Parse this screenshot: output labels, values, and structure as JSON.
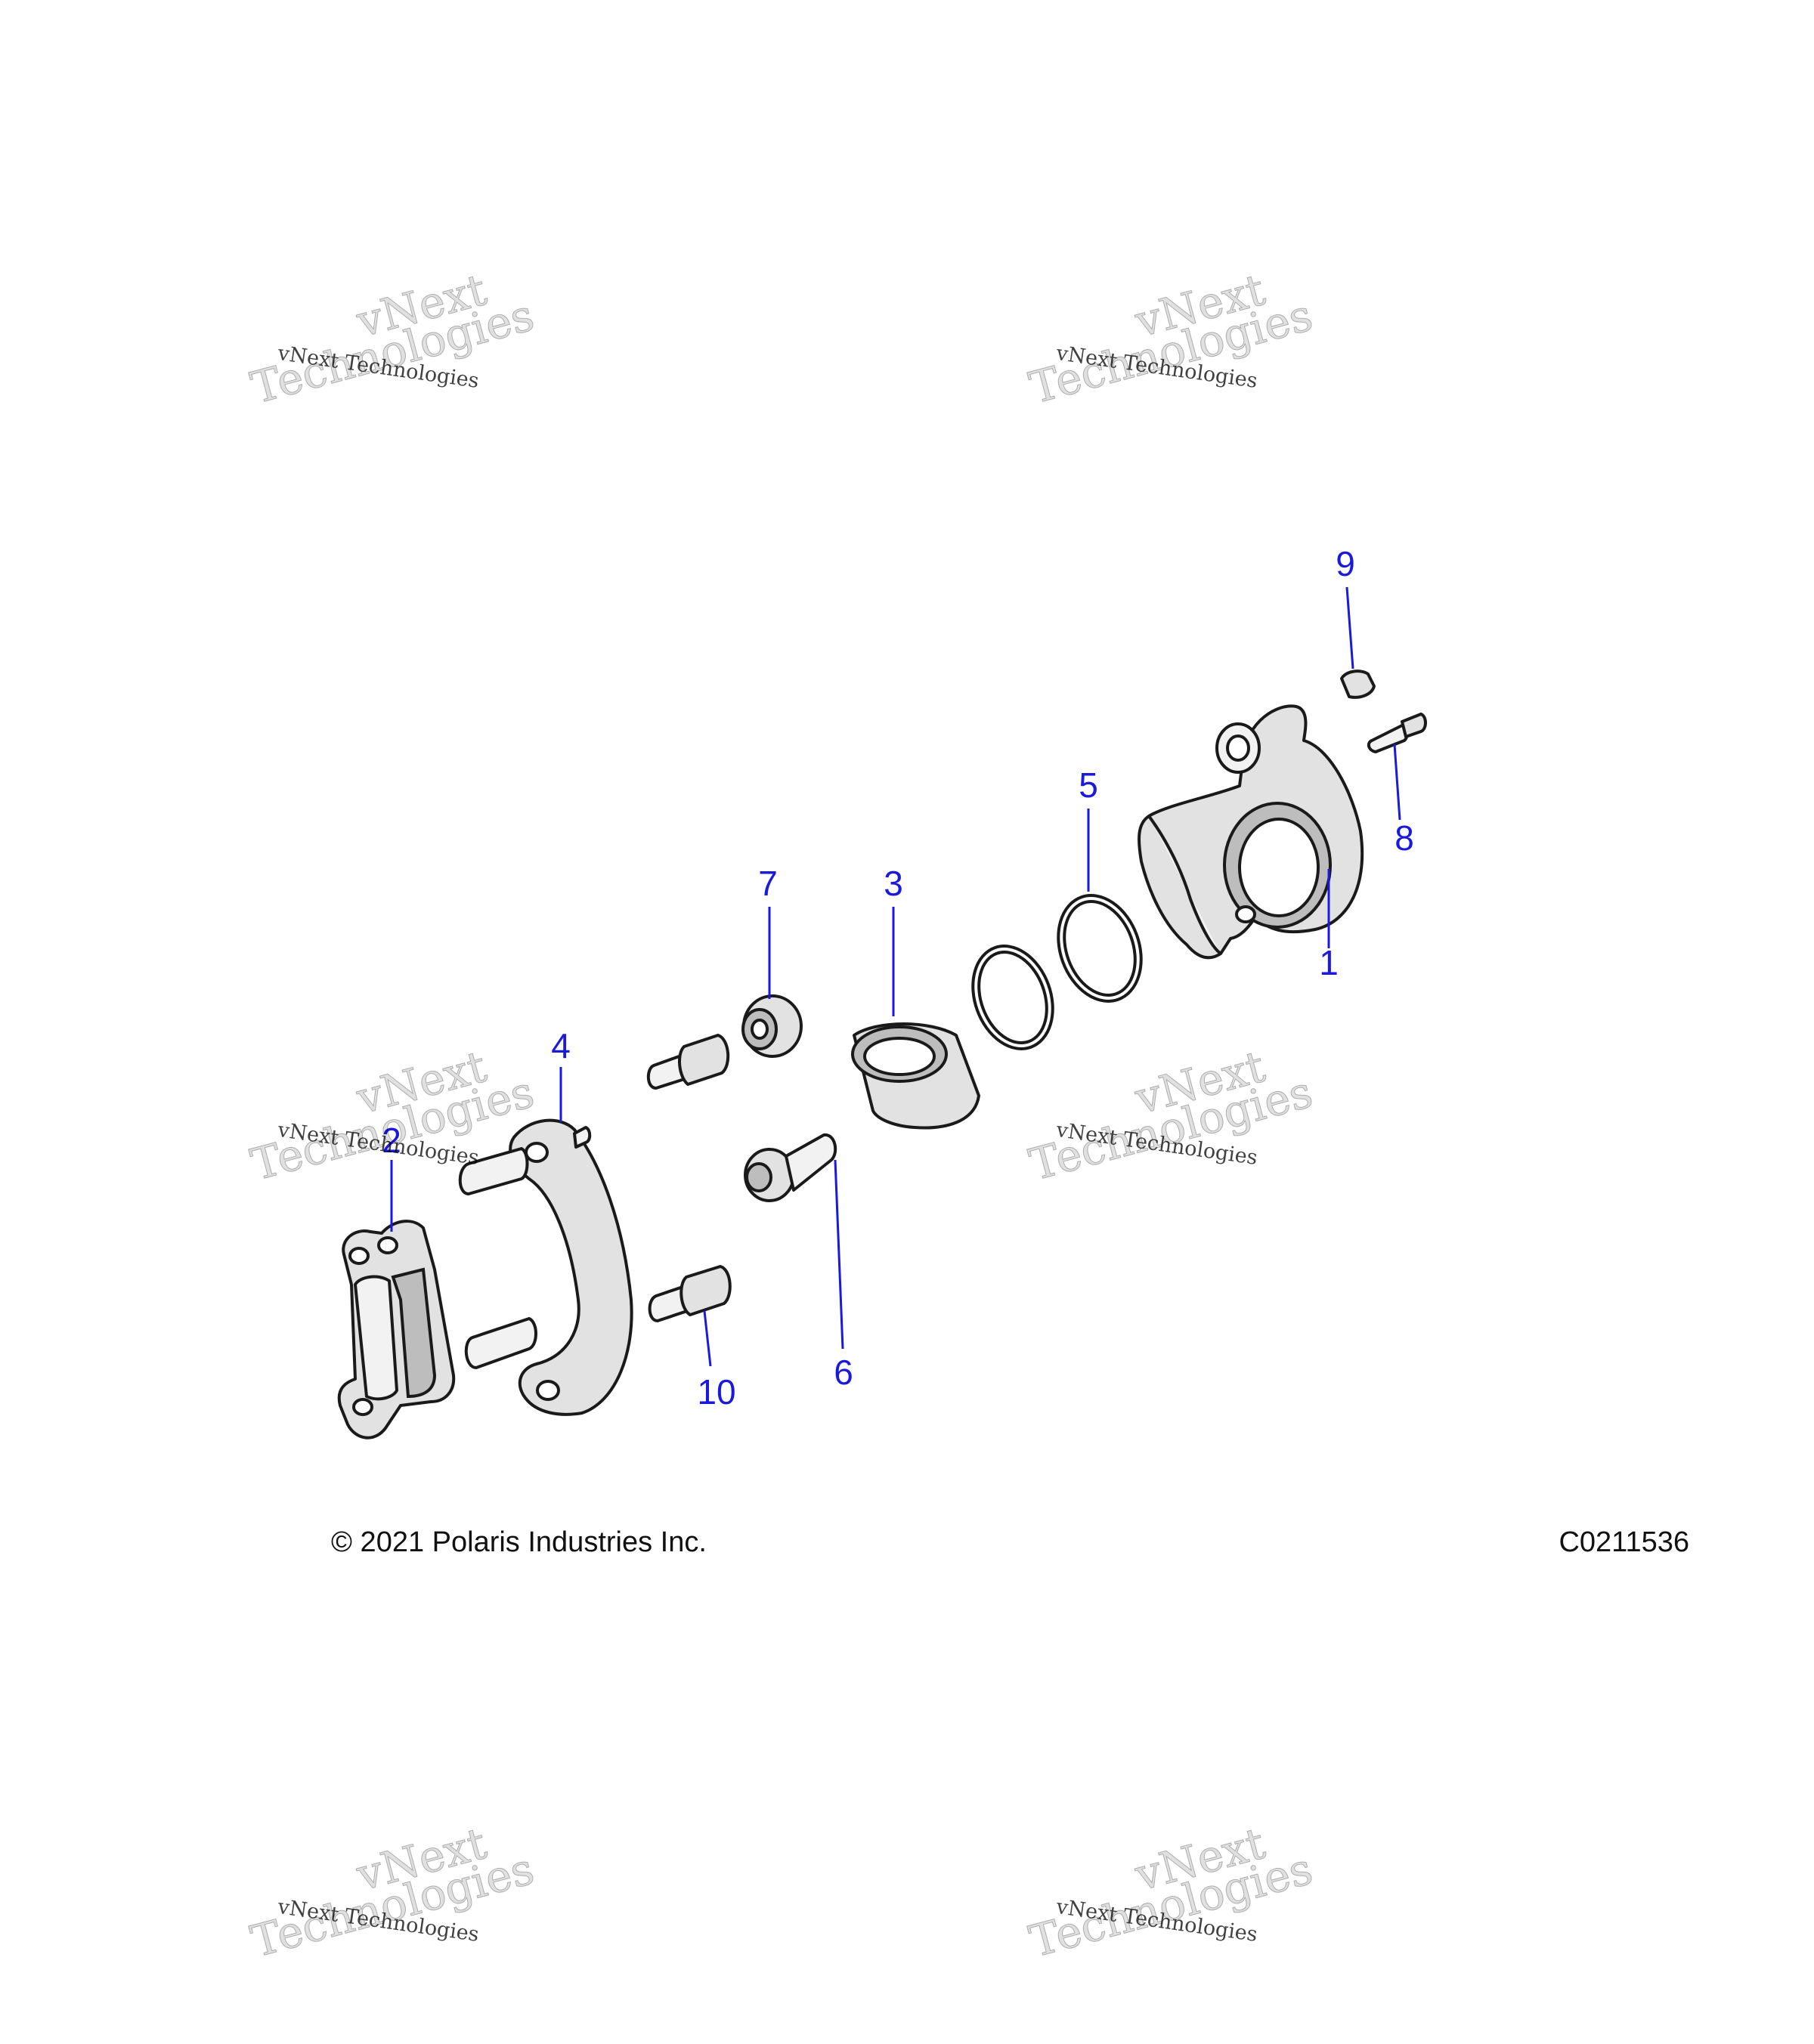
{
  "callouts": [
    {
      "label": "1"
    },
    {
      "label": "2"
    },
    {
      "label": "3"
    },
    {
      "label": "4"
    },
    {
      "label": "5"
    },
    {
      "label": "6"
    },
    {
      "label": "7"
    },
    {
      "label": "8"
    },
    {
      "label": "9"
    },
    {
      "label": "10"
    }
  ],
  "footer": {
    "copyright": "© 2021 Polaris Industries Inc.",
    "drawing_number": "C0211536"
  },
  "watermark": {
    "line_small": "vNext Technologies",
    "line_big_1": "vNext",
    "line_big_2": "Technologies"
  },
  "colors": {
    "callout": "#1a1adf",
    "line_art": "#1a1a1a"
  }
}
